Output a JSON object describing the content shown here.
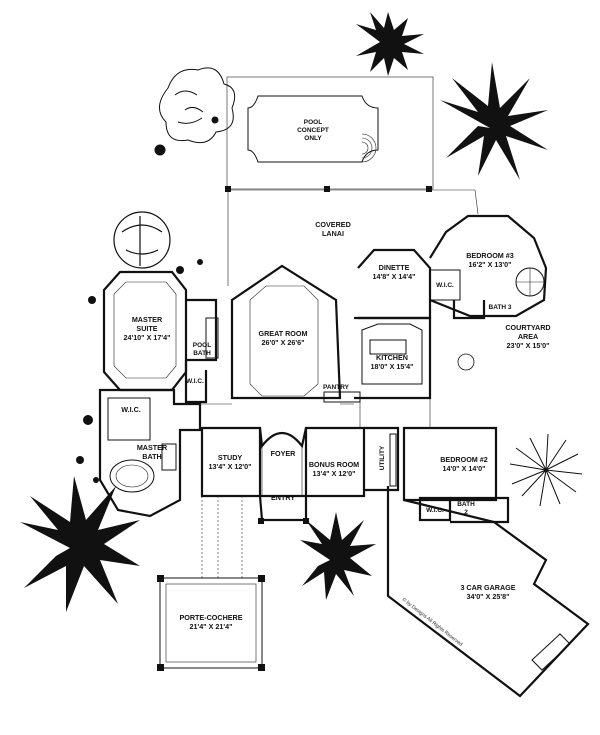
{
  "plan": {
    "pool": {
      "line1": "POOL",
      "line2": "CONCEPT",
      "line3": "ONLY"
    },
    "covered_lanai": {
      "line1": "COVERED",
      "line2": "LANAI"
    },
    "rooms": {
      "master_suite": {
        "name": "MASTER",
        "name2": "SUITE",
        "dims": "24'10\" X 17'4\""
      },
      "pool_bath": {
        "name": "POOL",
        "name2": "BATH"
      },
      "great_room": {
        "name": "GREAT ROOM",
        "dims": "26'0\" X 26'6\""
      },
      "dinette": {
        "name": "DINETTE",
        "dims": "14'8\" X 14'4\""
      },
      "bedroom3": {
        "name": "BEDROOM #3",
        "dims": "16'2\" X 13'0\""
      },
      "wic_bed3": {
        "name": "W.I.C."
      },
      "bath3": {
        "name": "BATH 3"
      },
      "courtyard": {
        "name": "COURTYARD",
        "name2": "AREA",
        "dims": "23'0\" X 15'0\""
      },
      "kitchen": {
        "name": "KITCHEN",
        "dims": "18'0\" X 15'4\""
      },
      "pantry": {
        "name": "PANTRY"
      },
      "wic_master_small": {
        "name": "W.I.C."
      },
      "wic_master": {
        "name": "W.I.C."
      },
      "master_bath": {
        "name": "MASTER",
        "name2": "BATH"
      },
      "study": {
        "name": "STUDY",
        "dims": "13'4\" X 12'0\""
      },
      "foyer": {
        "name": "FOYER"
      },
      "bonus_room": {
        "name": "BONUS ROOM",
        "dims": "13'4\" X 12'0\""
      },
      "utility": {
        "name": "UTILITY"
      },
      "bedroom2": {
        "name": "BEDROOM #2",
        "dims": "14'0\" X 14'0\""
      },
      "wic_bed2": {
        "name": "W.I.C."
      },
      "bath2": {
        "name": "BATH",
        "name2": "2"
      },
      "entry": {
        "name": "ENTRY"
      },
      "garage": {
        "name": "3 CAR GARAGE",
        "dims": "34'0\" X 25'8\""
      },
      "porte_cochere": {
        "name": "PORTE-COCHERE",
        "dims": "21'4\" X 21'4\""
      }
    },
    "copyright": "© by Designs All Rights Reserved"
  }
}
